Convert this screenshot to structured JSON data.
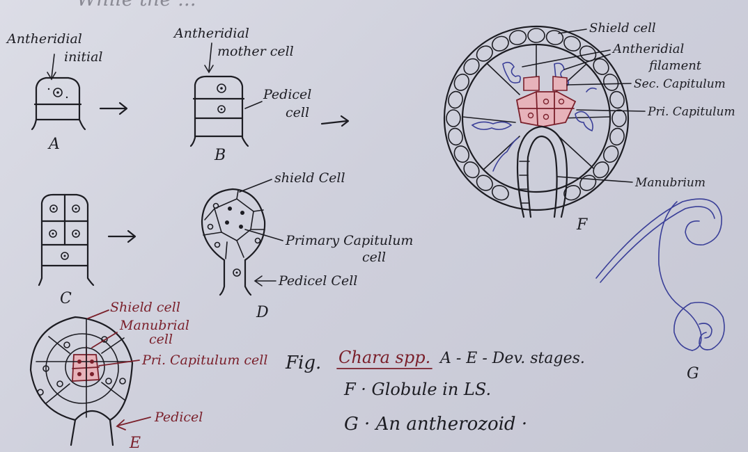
{
  "colors": {
    "ink": "#1c1c22",
    "red_ink": "#7a1f2a",
    "blue_ink": "#3a3f98",
    "pink_fill": "#e7b3ba",
    "paper": "#d3d4df"
  },
  "top_text": "While the ... ",
  "stage_a": {
    "label_line1": "Antheridial",
    "label_line2": "initial",
    "letter": "A"
  },
  "stage_b": {
    "label_line1": "Antheridial",
    "label_line2": "mother cell",
    "pedicel_line1": "Pedicel",
    "pedicel_line2": "cell",
    "letter": "B"
  },
  "stage_c": {
    "letter": "C"
  },
  "stage_d": {
    "shield": "shield Cell",
    "capitulum_line1": "Primary Capitulum",
    "capitulum_line2": "cell",
    "pedicel": "Pedicel Cell",
    "letter": "D"
  },
  "stage_e": {
    "shield": "Shield cell",
    "manubrial_line1": "Manubrial",
    "manubrial_line2": "cell",
    "capitulum": "Pri. Capitulum cell",
    "pedicel": "Pedicel",
    "letter": "E"
  },
  "stage_f": {
    "shield": "Shield cell",
    "filament_line1": "Antheridial",
    "filament_line2": "filament",
    "sec_cap": "Sec. Capitulum",
    "pri_cap": "Pri. Capitulum",
    "manubrium": "Manubrium",
    "letter": "F"
  },
  "stage_g": {
    "letter": "G"
  },
  "caption": {
    "fig": "Fig.",
    "genus": "Chara spp.",
    "line1_rest": "A - E - Dev. stages.",
    "line2": "F · Globule in LS.",
    "line3": "G · An antherozoid ·"
  }
}
